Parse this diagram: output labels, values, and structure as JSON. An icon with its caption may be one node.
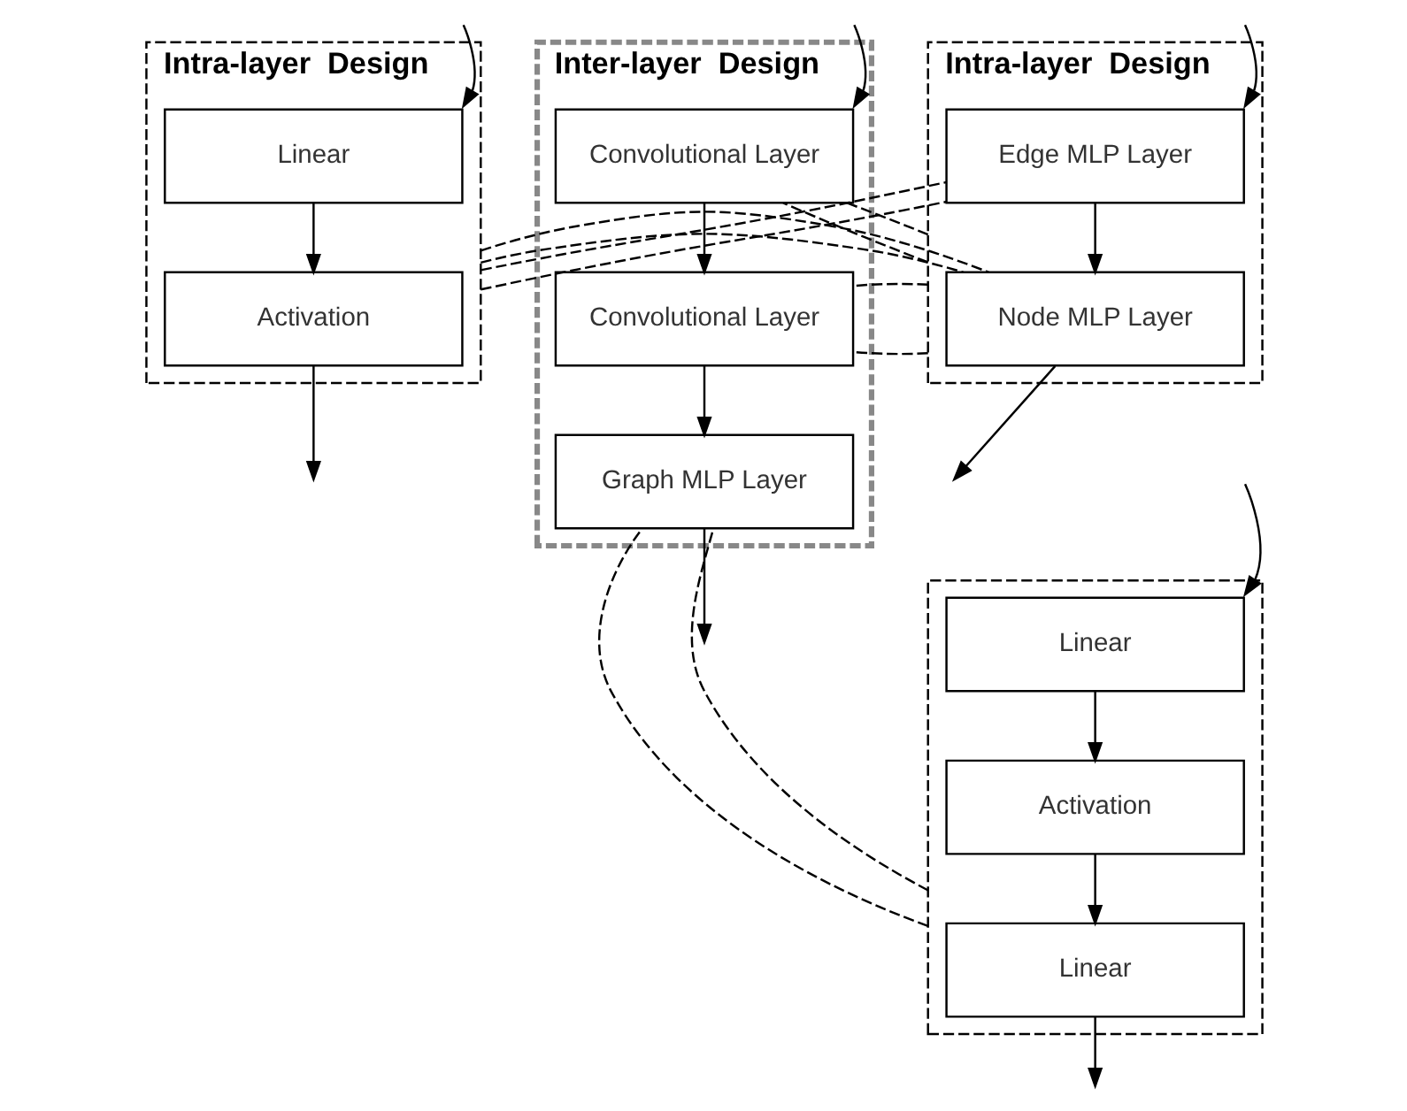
{
  "diagram": {
    "nodes": [
      {
        "text": [
          "Intra-layer  Design"
        ]
      },
      {
        "text": [
          "Linear"
        ],
        "in": 0
      },
      {
        "text": [
          "Activation"
        ],
        "in": 0
      },
      {
        "text": [
          "Intra-layer  Design"
        ]
      },
      {
        "text": [
          "Edge MLP Layer"
        ],
        "in": 3
      },
      {
        "text": [
          "Node MLP Layer"
        ],
        "in": 3
      },
      {
        "text": [],
        "shape": "box"
      },
      {
        "text": [
          "Linear"
        ],
        "in": 6
      },
      {
        "text": [
          "Activation"
        ],
        "in": 6
      },
      {
        "text": [
          "Linear"
        ],
        "in": 6
      },
      {
        "text": [
          "Inter-layer  Design"
        ]
      },
      {
        "text": [
          "Convolutional Layer"
        ],
        "in": 10
      },
      {
        "text": [
          "Convolutional Layer"
        ],
        "in": 10
      },
      {
        "text": [
          "Graph MLP Layer"
        ],
        "in": 10
      }
    ],
    "edges": [
      {
        "from": null,
        "to": 1,
        "arrow": "to"
      },
      {
        "from": 1,
        "to": 2,
        "arrow": "to"
      },
      {
        "from": 2,
        "to": null,
        "arrow": "to"
      },
      {
        "from": null,
        "to": 4,
        "arrow": "to"
      },
      {
        "from": 4,
        "to": 5,
        "arrow": "to"
      },
      {
        "from": 5,
        "to": null,
        "arrow": "to"
      },
      {
        "from": null,
        "to": 7,
        "arrow": "to"
      },
      {
        "from": 7,
        "to": 8,
        "arrow": "to"
      },
      {
        "from": 8,
        "to": 9,
        "arrow": "to"
      },
      {
        "from": 9,
        "to": null,
        "arrow": "to"
      },
      {
        "from": null,
        "to": 11,
        "arrow": "to"
      },
      {
        "from": 11,
        "to": 12,
        "arrow": "to"
      },
      {
        "from": 12,
        "to": 13,
        "arrow": "to"
      },
      {
        "from": 13,
        "to": null,
        "arrow": "to"
      },
      {
        "from": 0,
        "to": 4,
        "arrow": "none",
        "style": "dashed"
      },
      {
        "from": 0,
        "to": 4,
        "arrow": "none",
        "style": "dashed"
      },
      {
        "from": 0,
        "to": 5,
        "arrow": "none",
        "style": "dashed"
      },
      {
        "from": 0,
        "to": 5,
        "arrow": "none",
        "style": "dashed"
      },
      {
        "from": 3,
        "to": 11,
        "arrow": "none",
        "style": "dashed"
      },
      {
        "from": 3,
        "to": 11,
        "arrow": "none",
        "style": "dashed"
      },
      {
        "from": 3,
        "to": 12,
        "arrow": "none",
        "style": "dashed"
      },
      {
        "from": 3,
        "to": 12,
        "arrow": "none",
        "style": "dashed"
      },
      {
        "from": 6,
        "to": 13,
        "arrow": "none",
        "style": "dashed"
      },
      {
        "from": 6,
        "to": 13,
        "arrow": "none",
        "style": "dashed"
      }
    ]
  }
}
